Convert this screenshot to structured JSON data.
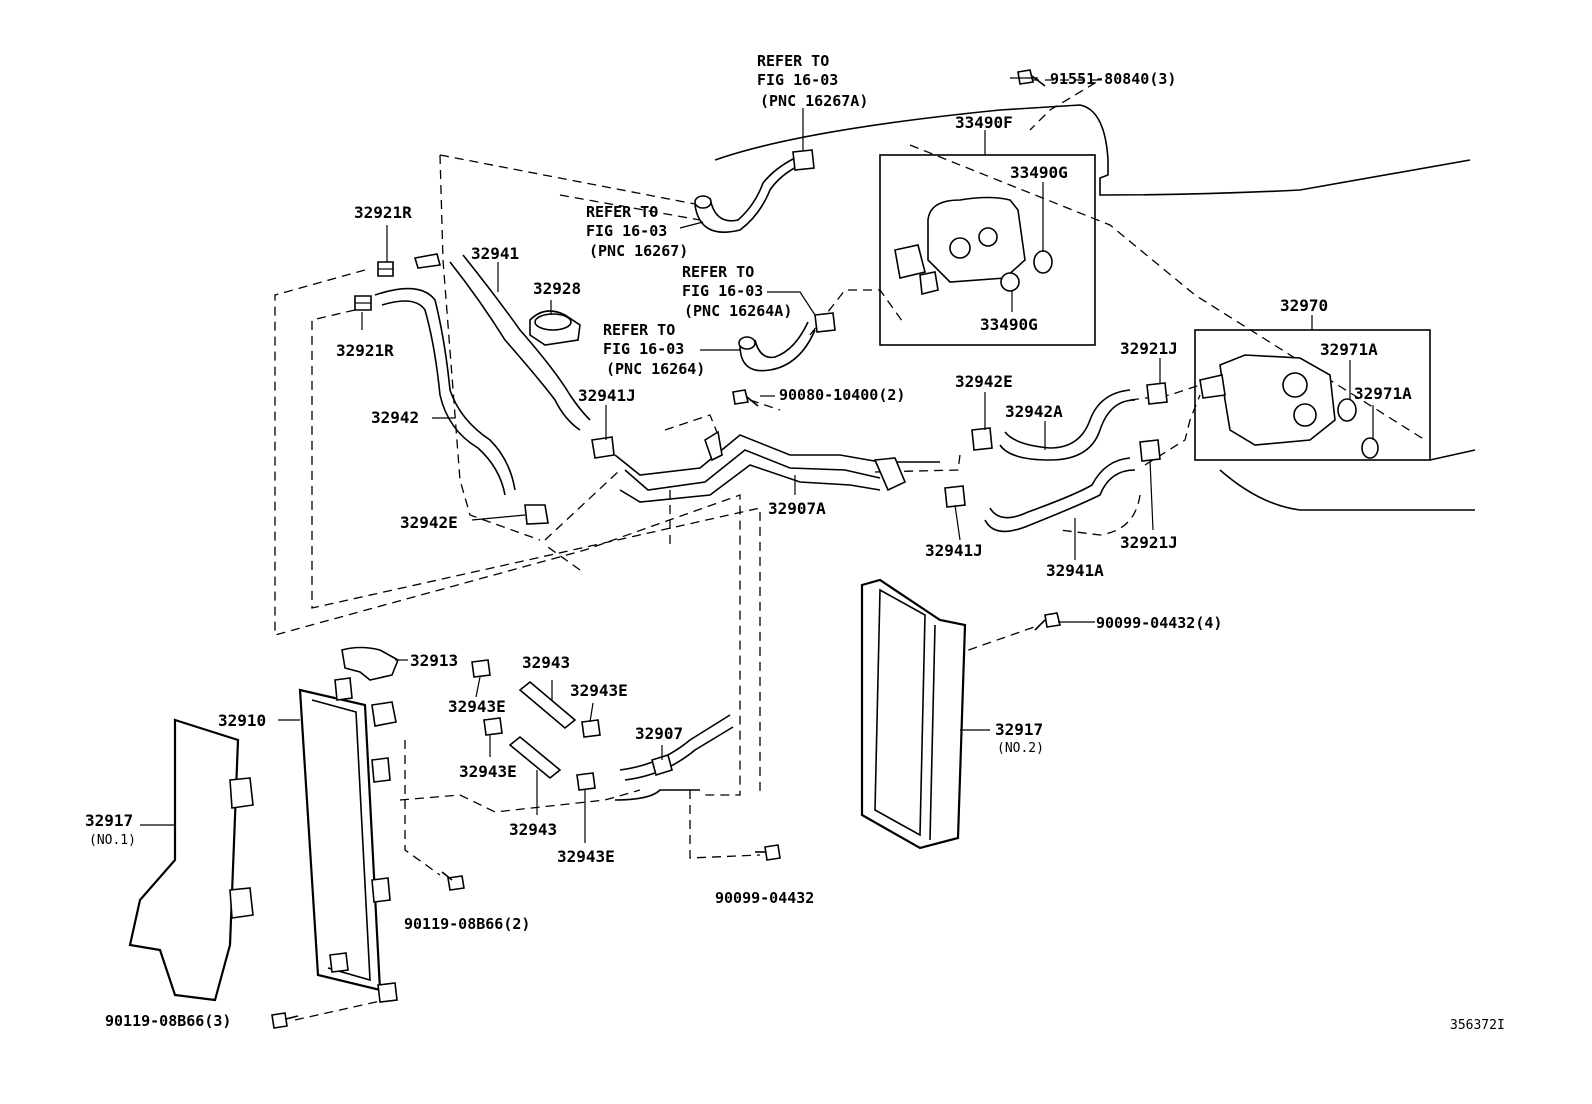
{
  "refer_to": {
    "r16267a": {
      "line1": "REFER TO",
      "line2": "FIG 16-03",
      "line3": "(PNC 16267A)"
    },
    "r16267": {
      "line1": "REFER TO",
      "line2": "FIG 16-03",
      "line3": "(PNC 16267)"
    },
    "r16264a": {
      "line1": "REFER TO",
      "line2": "FIG 16-03",
      "line3": "(PNC 16264A)"
    },
    "r16264": {
      "line1": "REFER TO",
      "line2": "FIG 16-03",
      "line3": "(PNC 16264)"
    }
  },
  "labels": {
    "p91551": "91551-80840(3)",
    "p33490f": "33490F",
    "p33490g_top": "33490G",
    "p33490g_bot": "33490G",
    "p32921r_top": "32921R",
    "p32921r_bot": "32921R",
    "p32941": "32941",
    "p32928": "32928",
    "p32970": "32970",
    "p32921j_top": "32921J",
    "p32971a_top": "32971A",
    "p32971a_bot": "32971A",
    "p90080": "90080-10400(2)",
    "p32942e_right": "32942E",
    "p32942a": "32942A",
    "p32942": "32942",
    "p32941j_top": "32941J",
    "p32942e_left": "32942E",
    "p32907a": "32907A",
    "p32941j_bot": "32941J",
    "p32941a": "32941A",
    "p32921j_bot": "32921J",
    "p90099_4": "90099-04432(4)",
    "p32913": "32913",
    "p32943_top": "32943",
    "p32943e_1": "32943E",
    "p32943e_2": "32943E",
    "p32910": "32910",
    "p32907": "32907",
    "p32943e_3": "32943E",
    "p32917_right": "32917",
    "p32917_right_no": "(NO.2)",
    "p32917_left": "32917",
    "p32917_left_no": "(NO.1)",
    "p32943_bot": "32943",
    "p32943e_4": "32943E",
    "p90119_2": "90119-08B66(2)",
    "p90099": "90099-04432",
    "p90119_3": "90119-08B66(3)",
    "figure_id": "356372I"
  }
}
